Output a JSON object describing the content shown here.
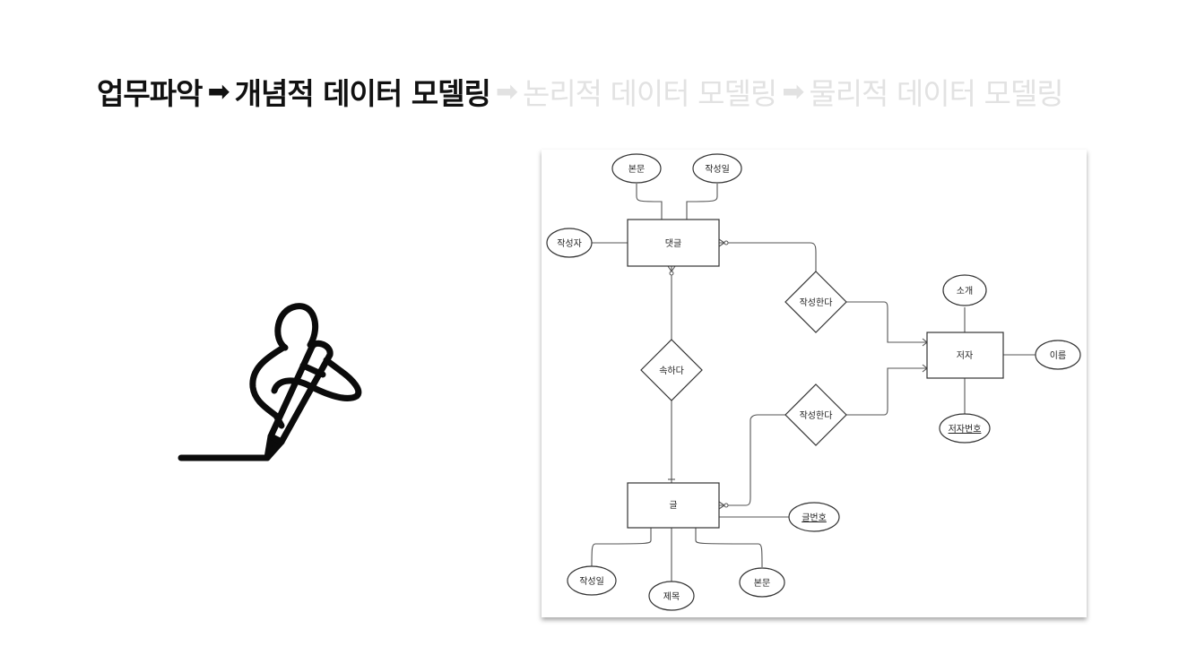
{
  "heading": {
    "steps": [
      "업무파악",
      "개념적 데이터 모델링",
      "논리적 데이터 모델링",
      "물리적 데이터 모델링"
    ],
    "arrow": "➡",
    "active_color": "#111111",
    "inactive_color": "#e2e2e2"
  },
  "illustration": {
    "icon": "pen-writing-hand-icon"
  },
  "erd": {
    "entities": {
      "comment": "댓글",
      "author": "저자",
      "post": "글"
    },
    "relationships": {
      "writes_comment": "작성한다",
      "belongs_to": "속하다",
      "writes_post": "작성한다"
    },
    "attributes": {
      "comment_body": "본문",
      "comment_date": "작성일",
      "comment_writer": "작성자",
      "author_intro": "소개",
      "author_name": "이름",
      "author_id": "저자번호",
      "post_id": "글번호",
      "post_date": "작성일",
      "post_title": "제목",
      "post_body": "본문"
    }
  }
}
